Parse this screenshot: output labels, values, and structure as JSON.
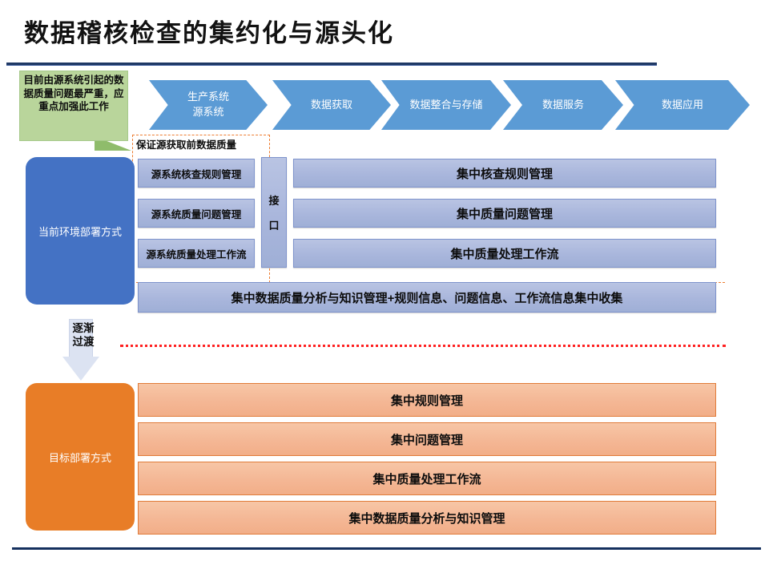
{
  "slide": {
    "title": "数据稽核检查的集约化与源头化"
  },
  "callout": {
    "text": "目前由源系统引起的数据质量问题最严重，应重点加强此工作",
    "fill": "#B9D59B"
  },
  "process_chevrons": [
    {
      "line1": "生产系统",
      "line2": "源系统"
    },
    {
      "line1": "数据获取",
      "line2": ""
    },
    {
      "line1": "数据整合与存储",
      "line2": ""
    },
    {
      "line1": "数据服务",
      "line2": ""
    },
    {
      "line1": "数据应用",
      "line2": ""
    }
  ],
  "chevron_color": "#5B9BD5",
  "dashed_region": {
    "label": "保证源获取前数据质量",
    "border_color": "#ED7D31"
  },
  "current_layer": {
    "side_label": "当前环境部署方式",
    "side_color": "#4472C4",
    "source_boxes": [
      "源系统核查规则管理",
      "源系统质量问题管理",
      "源系统质量处理工作流"
    ],
    "interface_label_1": "接",
    "interface_label_2": "口",
    "central_boxes": [
      "集中核查规则管理",
      "集中质量问题管理",
      "集中质量处理工作流"
    ],
    "wide_box": "集中数据质量分析与知识管理+规则信息、问题信息、工作流信息集中收集"
  },
  "transition": {
    "label_line1": "逐渐",
    "label_line2": "过渡",
    "arrow_color": "#DCE3F2",
    "divider_color": "#FF2020"
  },
  "target_layer": {
    "side_label": "目标部署方式",
    "side_color": "#E87D27",
    "boxes": [
      "集中规则管理",
      "集中问题管理",
      "集中质量处理工作流",
      "集中数据质量分析与知识管理"
    ]
  }
}
